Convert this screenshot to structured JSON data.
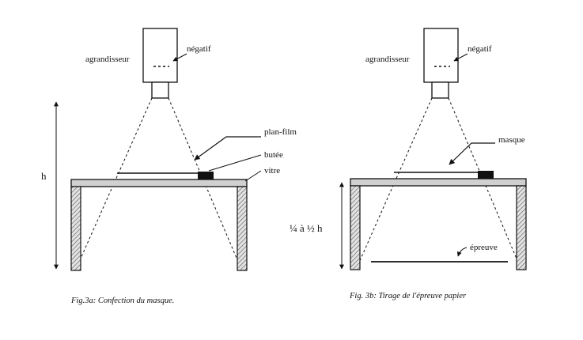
{
  "fig_a": {
    "labels": {
      "enlarger": "agrandisseur",
      "negative": "négatif",
      "film": "plan-film",
      "stop": "butée",
      "glass": "vitre",
      "height": "h"
    },
    "caption": "Fig.3a: Confection du masque."
  },
  "fig_b": {
    "labels": {
      "enlarger": "agrandisseur",
      "negative": "négatif",
      "mask": "masque",
      "print": "épreuve",
      "height": "¼ à ½ h"
    },
    "caption": "Fig. 3b: Tirage de l'épreuve papier"
  },
  "colors": {
    "ink": "#111111",
    "hatch_fill": "#d8d8d8",
    "stop_fill": "#111111"
  }
}
